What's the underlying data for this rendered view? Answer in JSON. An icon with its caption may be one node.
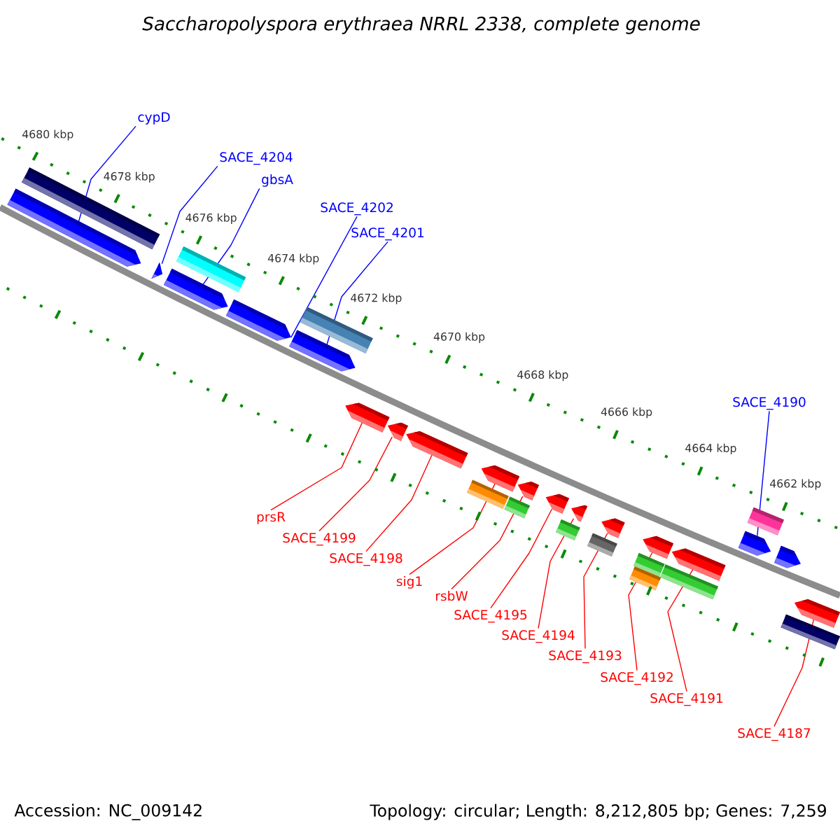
{
  "diagram": {
    "title": "Saccharopolyspora erythraea NRRL 2338, complete genome",
    "nodes": [
      {
        "text": [
          "cypD"
        ]
      },
      {
        "text": [
          "SACE_4204"
        ]
      },
      {
        "text": [
          "gbsA"
        ]
      },
      {
        "text": [
          "SACE_4202"
        ]
      },
      {
        "text": [
          "SACE_4201"
        ]
      },
      {
        "text": [
          "SACE_4190"
        ]
      },
      {
        "text": [],
        "shape": "pentagon"
      },
      {
        "text": [],
        "shape": "pentagon"
      },
      {
        "text": [],
        "shape": "pentagon"
      },
      {
        "text": [],
        "shape": "pentagon"
      },
      {
        "text": [],
        "shape": "pentagon"
      },
      {
        "text": [],
        "shape": "pentagon"
      },
      {
        "text": [],
        "shape": "pentagon"
      },
      {
        "text": [],
        "shape": "pentagon"
      },
      {
        "text": [],
        "shape": "pentagon"
      },
      {
        "text": [],
        "shape": "pentagon"
      },
      {
        "text": [],
        "shape": "pentagon"
      },
      {
        "text": [],
        "shape": "pentagon"
      },
      {
        "text": [],
        "shape": "pentagon"
      },
      {
        "text": [],
        "shape": "pentagon"
      },
      {
        "text": [],
        "shape": "pentagon"
      },
      {
        "text": [],
        "shape": "pentagon"
      },
      {
        "text": [],
        "shape": "pentagon"
      },
      {
        "text": [
          "prsR"
        ]
      },
      {
        "text": [
          "SACE_4199"
        ]
      },
      {
        "text": [
          "SACE_4198"
        ]
      },
      {
        "text": [
          "sig1"
        ]
      },
      {
        "text": [
          "rsbW"
        ]
      },
      {
        "text": [
          "SACE_4195"
        ]
      },
      {
        "text": [
          "SACE_4194"
        ]
      },
      {
        "text": [
          "SACE_4193"
        ]
      },
      {
        "text": [
          "SACE_4192"
        ]
      },
      {
        "text": [
          "SACE_4191"
        ]
      },
      {
        "text": [
          "SACE_4187"
        ]
      }
    ],
    "edges": [
      {
        "from": 0,
        "to": 6,
        "arrow": "none",
        "color": "#0000ff"
      },
      {
        "from": 1,
        "to": 7,
        "arrow": "none",
        "color": "#0000ff"
      },
      {
        "from": 2,
        "to": 8,
        "arrow": "none",
        "color": "#0000ff"
      },
      {
        "from": 3,
        "to": 9,
        "arrow": "none",
        "color": "#0000ff"
      },
      {
        "from": 4,
        "to": 10,
        "arrow": "none",
        "color": "#0000ff"
      },
      {
        "from": 5,
        "to": 11,
        "arrow": "none",
        "color": "#0000ff"
      },
      {
        "from": 23,
        "to": 12,
        "arrow": "none"
      },
      {
        "from": 24,
        "to": 13,
        "arrow": "none"
      },
      {
        "from": 25,
        "to": 14,
        "arrow": "none"
      },
      {
        "from": 26,
        "to": 15,
        "arrow": "none"
      },
      {
        "from": 27,
        "to": 16,
        "arrow": "none"
      },
      {
        "from": 28,
        "to": 17,
        "arrow": "none"
      },
      {
        "from": 29,
        "to": 18,
        "arrow": "none"
      },
      {
        "from": 30,
        "to": 19,
        "arrow": "none"
      },
      {
        "from": 31,
        "to": 20,
        "arrow": "none"
      },
      {
        "from": 32,
        "to": 21,
        "arrow": "none"
      },
      {
        "from": 33,
        "to": 22,
        "arrow": "none"
      }
    ],
    "labels": [
      "4680 kbp",
      "4678 kbp",
      "4676 kbp",
      "4674 kbp",
      "4672 kbp",
      "4670 kbp",
      "4668 kbp",
      "4666 kbp",
      "4664 kbp",
      "4662 kbp",
      "Accession: NC_009142",
      "Topology: circular; Length: 8,212,805 bp; Genes: 7,259"
    ]
  }
}
